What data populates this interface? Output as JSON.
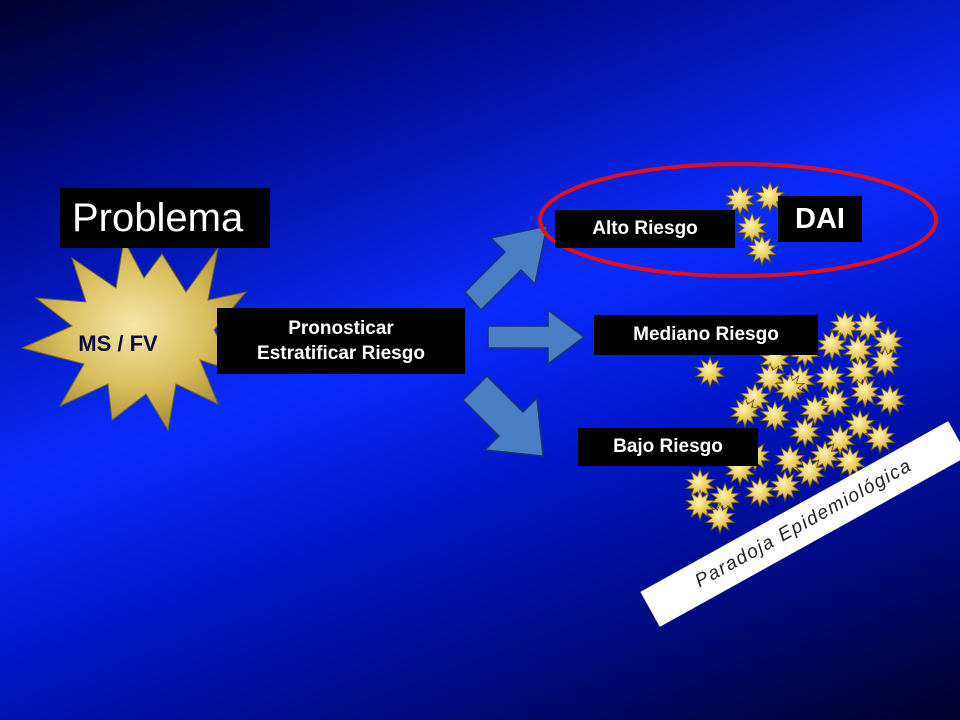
{
  "slide": {
    "problema_label": "Problema",
    "starburst_label": "MS / FV",
    "process_line1": "Pronosticar",
    "process_line2": "Estratificar  Riesgo",
    "risk_high": "Alto  Riesgo",
    "risk_medium": "Mediano  Riesgo",
    "risk_low": "Bajo Riesgo",
    "dai_label": "DAI",
    "paradox_label": "Paradoja Epidemiológica"
  },
  "colors": {
    "arrow_fill": "#4a7fc6",
    "star_fill": "#e3c85a",
    "ellipse_stroke": "#e01020",
    "box_bg": "#000000"
  }
}
